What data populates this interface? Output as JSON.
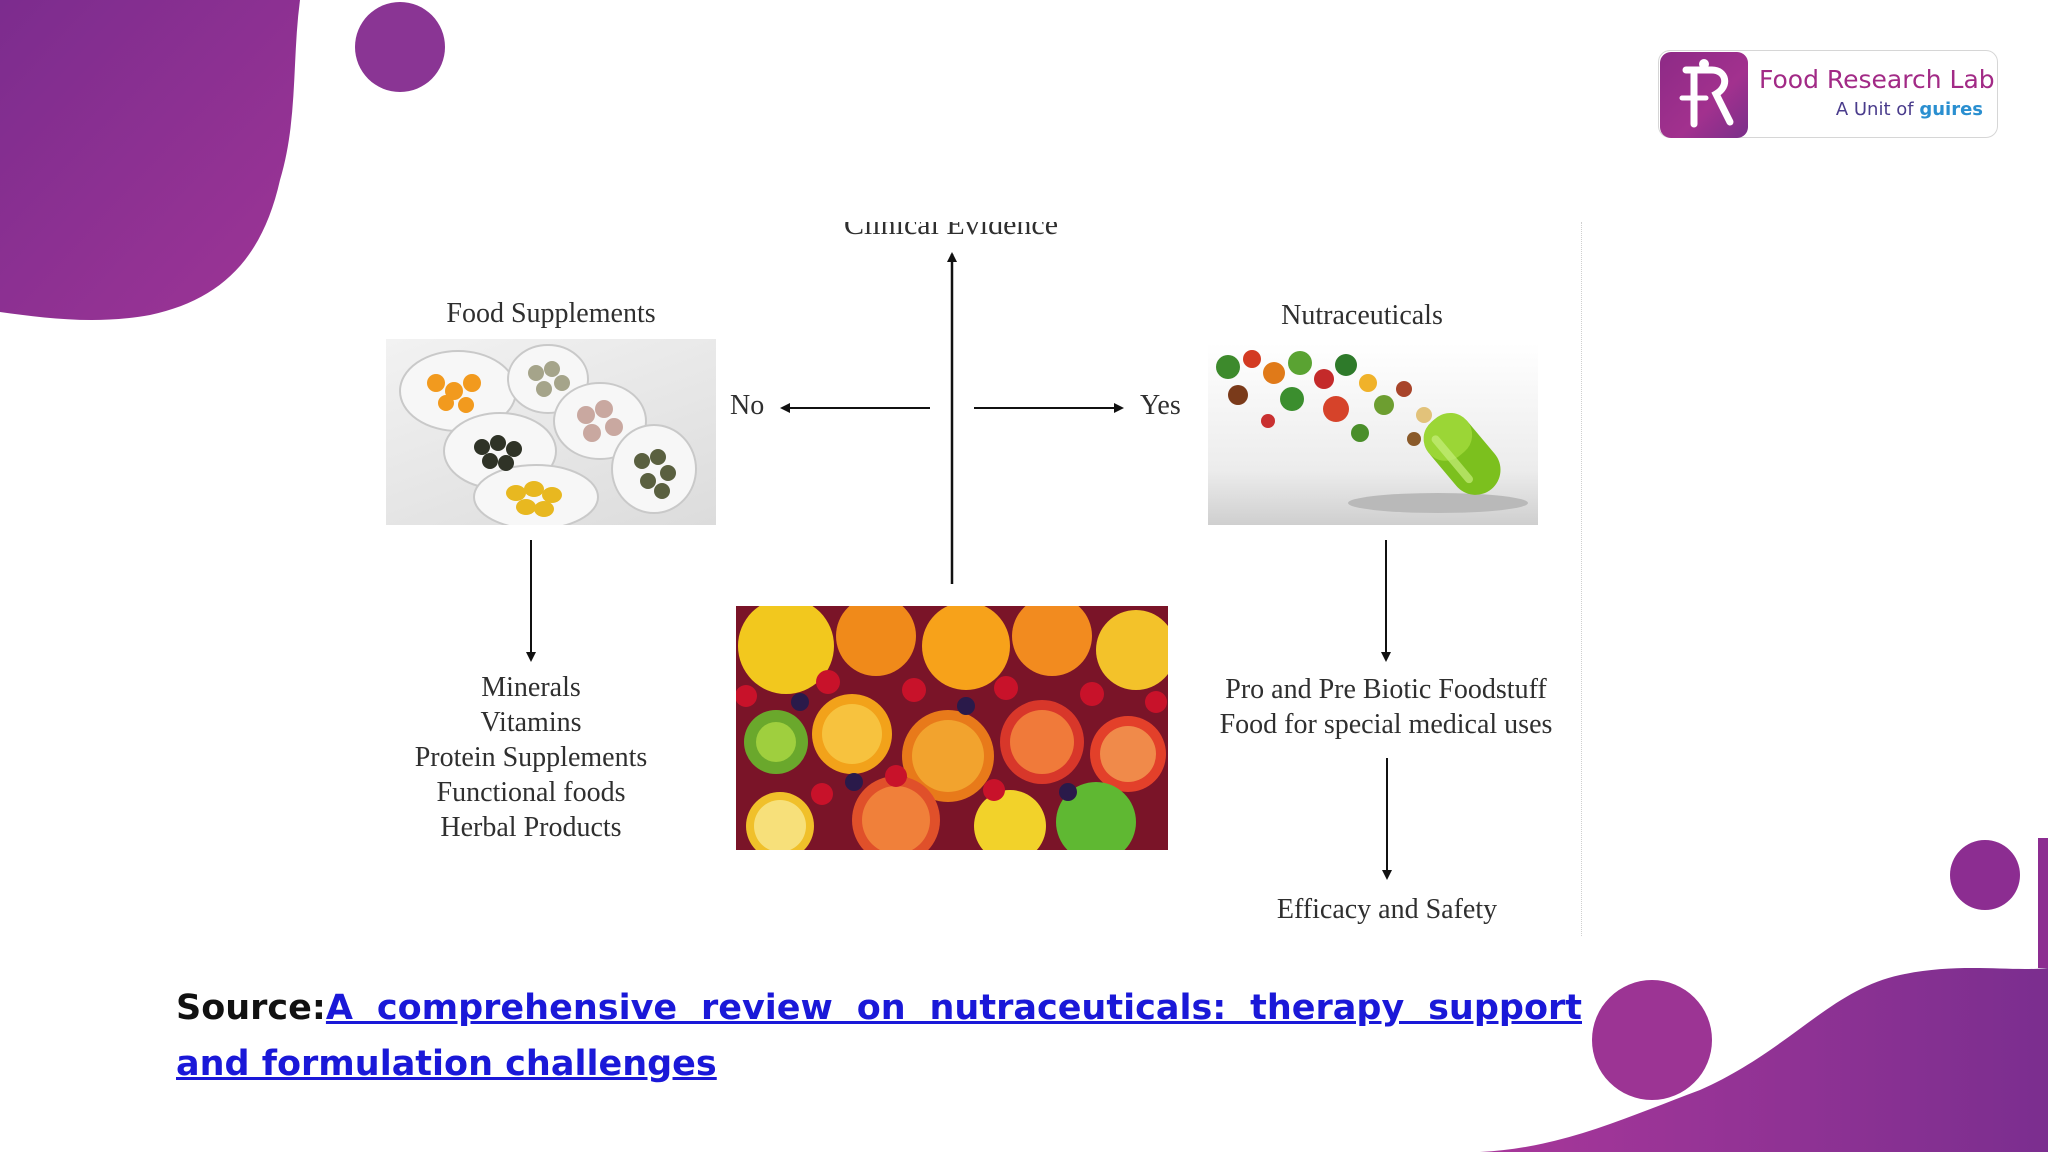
{
  "logo": {
    "name": "Food Research Lab",
    "tagline_prefix": "A Unit of ",
    "tagline_brand": "guires"
  },
  "diagram": {
    "top_label": "Clinical Evidence",
    "left_branch": "No",
    "right_branch": "Yes",
    "left_title": "Food Supplements",
    "right_title": "Nutraceuticals",
    "left_items": [
      "Minerals",
      "Vitamins",
      "Protein Supplements",
      "Functional foods",
      "Herbal Products"
    ],
    "right_items": [
      "Pro and Pre Biotic Foodstuff",
      "Food for special medical uses"
    ],
    "bottom_right": "Efficacy and Safety"
  },
  "source": {
    "label": "Source:",
    "link_text": "A comprehensive review on nutraceuticals: therapy support and formulation challenges"
  },
  "colors": {
    "accent_purple": "#8c2d91",
    "link_blue": "#1a18d8",
    "logo_pink": "#a22a86"
  }
}
